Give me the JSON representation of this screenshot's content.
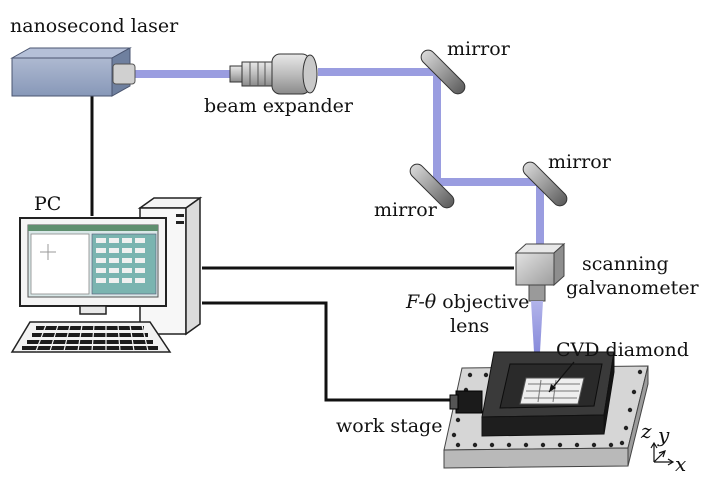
{
  "diagram": {
    "labels": {
      "laser": "nanosecond laser",
      "expander": "beam expander",
      "mirror1": "mirror",
      "mirror2": "mirror",
      "mirror3": "mirror",
      "pc": "PC",
      "galvo_line1": "scanning",
      "galvo_line2": "galvanometer",
      "objective_line1_italic": "F-θ",
      "objective_line1_rest": " objective",
      "objective_line2": "lens",
      "sample": "CVD diamond",
      "stage": "work stage"
    },
    "axes": {
      "z": "z",
      "y": "y",
      "x": "x"
    },
    "colors": {
      "beam": "#9a9de0",
      "device_gray": "#b8b8b8",
      "laser_blue": "#8d9fbf",
      "stage_dark": "#2c2c2c",
      "stage_plate": "#d4d4d4",
      "screen_green": "#5f8f6f",
      "screen_panel": "#7ab4b0"
    }
  }
}
